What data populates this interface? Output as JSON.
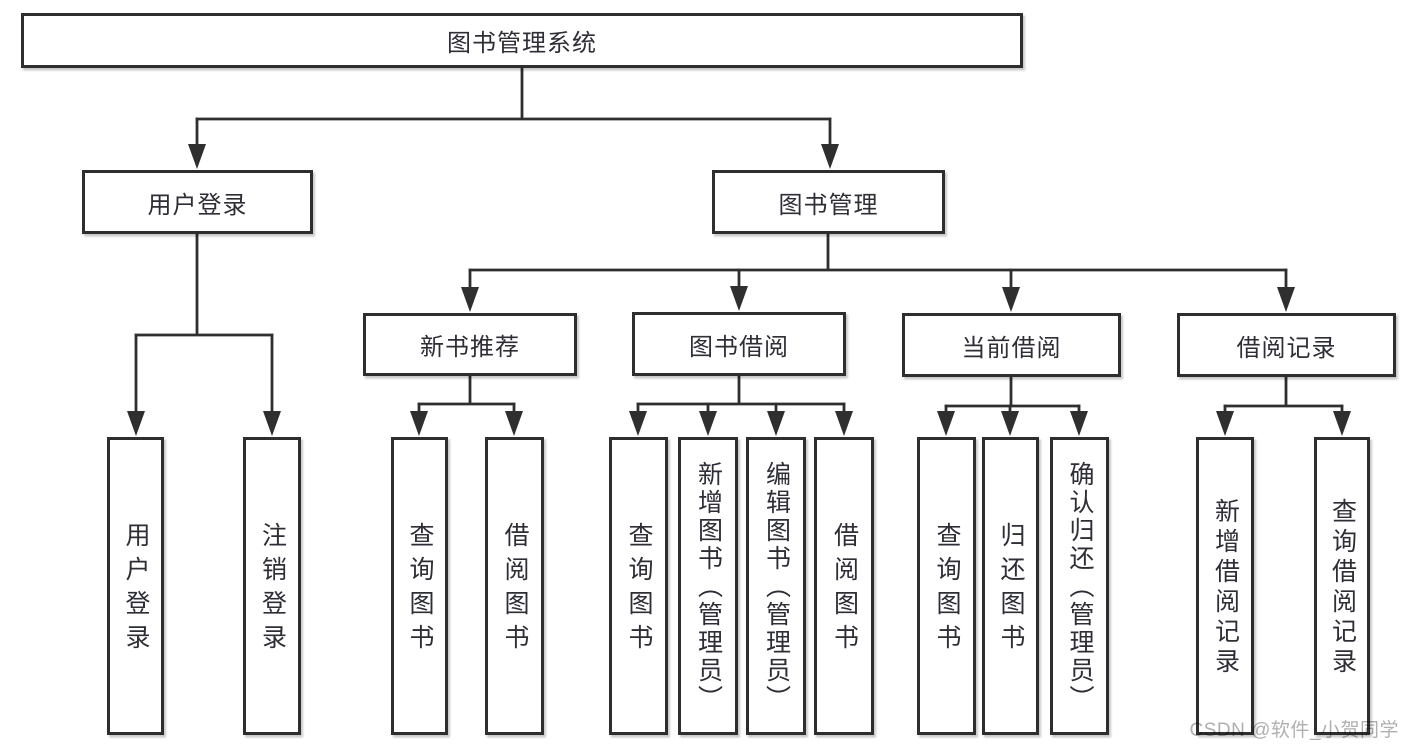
{
  "diagram": {
    "title": "图书管理系统",
    "root": {
      "label": "图书管理系统"
    },
    "level2": [
      {
        "label": "用户登录"
      },
      {
        "label": "图书管理"
      }
    ],
    "level3": [
      {
        "label": "新书推荐"
      },
      {
        "label": "图书借阅"
      },
      {
        "label": "当前借阅"
      },
      {
        "label": "借阅记录"
      }
    ],
    "leaves": {
      "user_login": [
        {
          "label": "用户登录"
        },
        {
          "label": "注销登录"
        }
      ],
      "new_book": [
        {
          "label": "查询图书"
        },
        {
          "label": "借阅图书"
        }
      ],
      "borrow": [
        {
          "label": "查询图书"
        },
        {
          "label": "新增图书（管理员）"
        },
        {
          "label": "编辑图书（管理员）"
        },
        {
          "label": "借阅图书"
        }
      ],
      "current": [
        {
          "label": "查询图书"
        },
        {
          "label": "归还图书"
        },
        {
          "label": "确认归还（管理员）"
        }
      ],
      "records": [
        {
          "label": "新增借阅记录"
        },
        {
          "label": "查询借阅记录"
        }
      ]
    },
    "colors": {
      "line": "#2f2f2f",
      "box_border": "#2e2e2e",
      "text": "#2d2e36",
      "watermark": "#b0b0b0",
      "background": "#ffffff"
    }
  },
  "watermark": "CSDN @软件_小贺同学"
}
